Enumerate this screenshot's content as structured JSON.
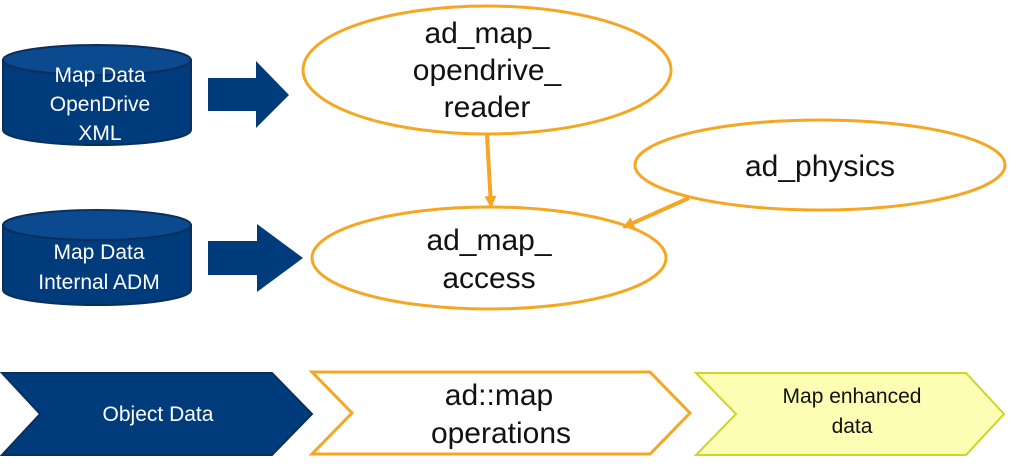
{
  "colors": {
    "navy": "#003b7b",
    "navy_edge": "#0a2f5c",
    "orange": "#f5a623",
    "yellow_fill": "#fdfdb4",
    "yellow_edge": "#c9d62a",
    "white": "#ffffff",
    "text_dark": "#111111"
  },
  "sources": [
    {
      "id": "opendrive",
      "lines": [
        "Map Data",
        "OpenDrive",
        "XML"
      ],
      "shape": "cylinder"
    },
    {
      "id": "internal-adm",
      "lines": [
        "Map Data",
        "Internal ADM"
      ],
      "shape": "cylinder"
    }
  ],
  "components": [
    {
      "id": "reader",
      "lines": [
        "ad_map_",
        "opendrive_",
        "reader"
      ],
      "shape": "ellipse"
    },
    {
      "id": "physics",
      "lines": [
        "ad_physics"
      ],
      "shape": "ellipse"
    },
    {
      "id": "access",
      "lines": [
        "ad_map_",
        "access"
      ],
      "shape": "ellipse"
    }
  ],
  "pipeline": [
    {
      "id": "object-data",
      "lines": [
        "Object Data"
      ],
      "shape": "chevron-first"
    },
    {
      "id": "operations",
      "lines": [
        "ad::map",
        "operations"
      ],
      "shape": "chevron"
    },
    {
      "id": "enhanced",
      "lines": [
        "Map enhanced",
        "data"
      ],
      "shape": "chevron"
    }
  ],
  "connections": [
    {
      "from": "opendrive",
      "to": "reader",
      "style": "block-arrow"
    },
    {
      "from": "internal-adm",
      "to": "access",
      "style": "block-arrow"
    },
    {
      "from": "reader",
      "to": "access",
      "style": "line-arrow"
    },
    {
      "from": "physics",
      "to": "access",
      "style": "line-arrow"
    }
  ]
}
